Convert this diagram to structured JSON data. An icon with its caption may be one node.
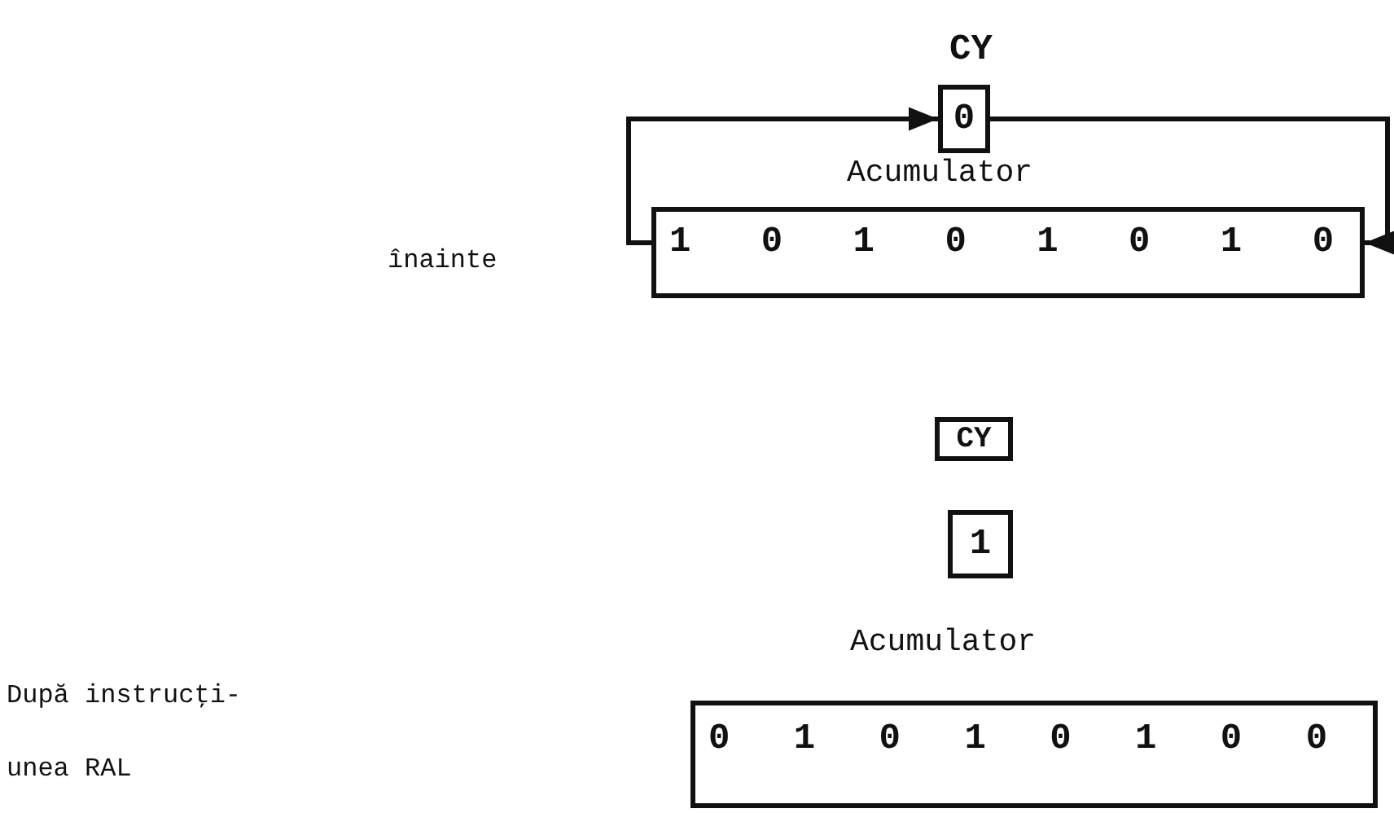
{
  "diagram": {
    "nodes": [
      {
        "text": [
          "0"
        ],
        "beside": [
          "CY"
        ]
      },
      {
        "text": [
          "Acumulator",
          "1 0 1 0 1 0 1 0"
        ]
      },
      {
        "text": [
          "CY"
        ]
      },
      {
        "text": [
          "1"
        ]
      },
      {
        "text": [
          "Acumulator",
          "0 1 0 1 0 1 0 0"
        ]
      }
    ],
    "labels": [
      "înainte",
      "După instrucţi- unea RAL"
    ],
    "edges": [
      {
        "from": 1,
        "to": 0,
        "arrow": "to"
      },
      {
        "from": 0,
        "to": 1,
        "arrow": "to"
      }
    ]
  }
}
